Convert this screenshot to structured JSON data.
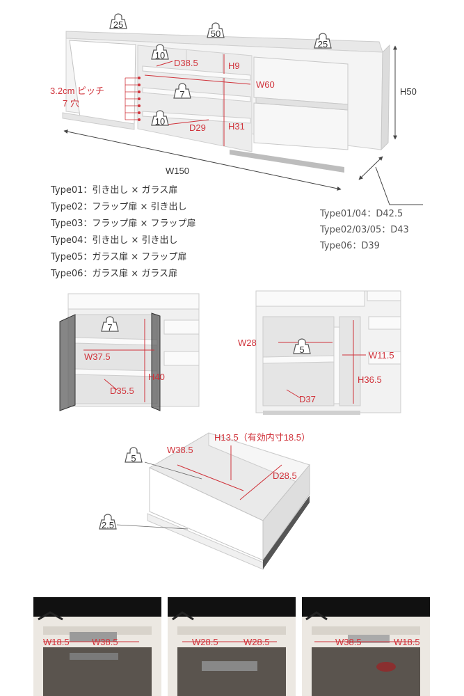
{
  "overall": {
    "width_label": "W150",
    "height_label": "H50",
    "pitch_label_1": "3.2cm ピッチ",
    "pitch_label_2": "7 穴",
    "inner_width": "W60",
    "shelf_depth_top": "D38.5",
    "shelf_depth_bottom": "D29",
    "top_opening_height": "H9",
    "lower_opening_height": "H31",
    "loads": {
      "left_top": "25",
      "center_top": "50",
      "right_top": "25",
      "shelf_top": "10",
      "shelf_mid": "7",
      "shelf_bottom": "10"
    }
  },
  "types": [
    "Type01：引き出し × ガラス扉",
    "Type02：フラップ扉 × 引き出し",
    "Type03：フラップ扉 × フラップ扉",
    "Type04：引き出し × 引き出し",
    "Type05：ガラス扉 × フラップ扉",
    "Type06：ガラス扉 × ガラス扉"
  ],
  "depths": [
    "Type01/04：D42.5",
    "Type02/03/05：D43",
    "Type06：D39"
  ],
  "glass_cabinet": {
    "width": "W37.5",
    "depth": "D35.5",
    "height": "H40",
    "load": "7"
  },
  "side_shelf": {
    "width": "W28",
    "small_width": "W11.5",
    "height": "H36.5",
    "depth": "D37",
    "load": "5"
  },
  "drawer": {
    "height": "H13.5（有効内寸18.5）",
    "width": "W38.5",
    "depth": "D28.5",
    "inner_load": "5",
    "front_load": "2.5"
  },
  "photos": [
    {
      "left_label": "W18.5",
      "right_label": "W38.5"
    },
    {
      "left_label": "W28.5",
      "right_label": "W28.5"
    },
    {
      "left_label": "W38.5",
      "right_label": "W18.5"
    }
  ],
  "colors": {
    "dimension_red": "#d0323a",
    "cabinet_white": "#f2f2f2",
    "cabinet_edge": "#c8c8c8"
  }
}
